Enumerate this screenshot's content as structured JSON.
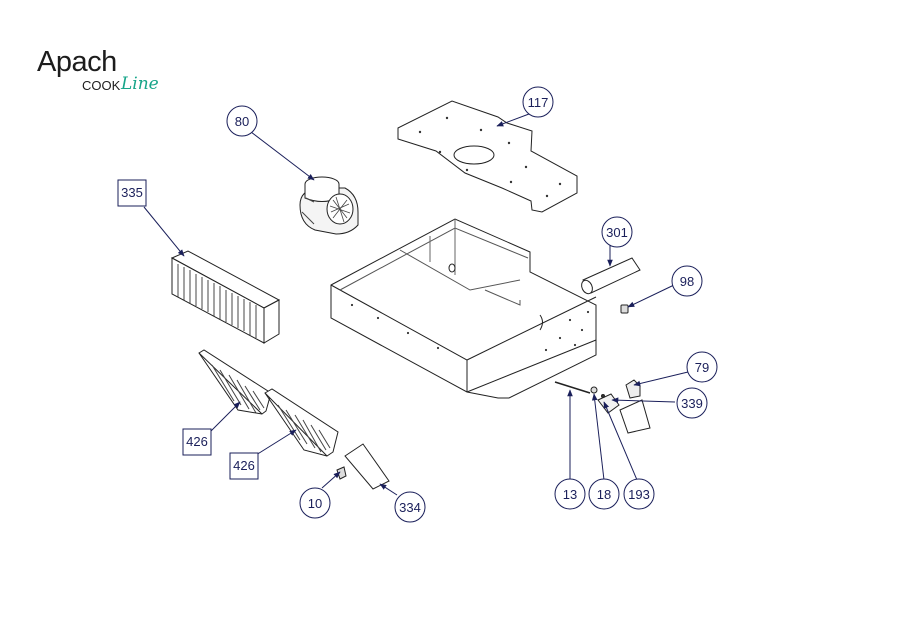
{
  "brand": {
    "name": "Apach",
    "line_word": "COOK",
    "line_script": "Line",
    "accent_color": "#17a589"
  },
  "callouts": [
    {
      "id": "c117",
      "label": "117",
      "shape": "circle"
    },
    {
      "id": "c80",
      "label": "80",
      "shape": "circle"
    },
    {
      "id": "c335",
      "label": "335",
      "shape": "square"
    },
    {
      "id": "c301",
      "label": "301",
      "shape": "circle"
    },
    {
      "id": "c98",
      "label": "98",
      "shape": "circle"
    },
    {
      "id": "c79",
      "label": "79",
      "shape": "circle"
    },
    {
      "id": "c339",
      "label": "339",
      "shape": "circle"
    },
    {
      "id": "c426a",
      "label": "426",
      "shape": "square"
    },
    {
      "id": "c426b",
      "label": "426",
      "shape": "square"
    },
    {
      "id": "c10",
      "label": "10",
      "shape": "circle"
    },
    {
      "id": "c334",
      "label": "334",
      "shape": "circle"
    },
    {
      "id": "c13",
      "label": "13",
      "shape": "circle"
    },
    {
      "id": "c18",
      "label": "18",
      "shape": "circle"
    },
    {
      "id": "c193",
      "label": "193",
      "shape": "circle"
    }
  ]
}
